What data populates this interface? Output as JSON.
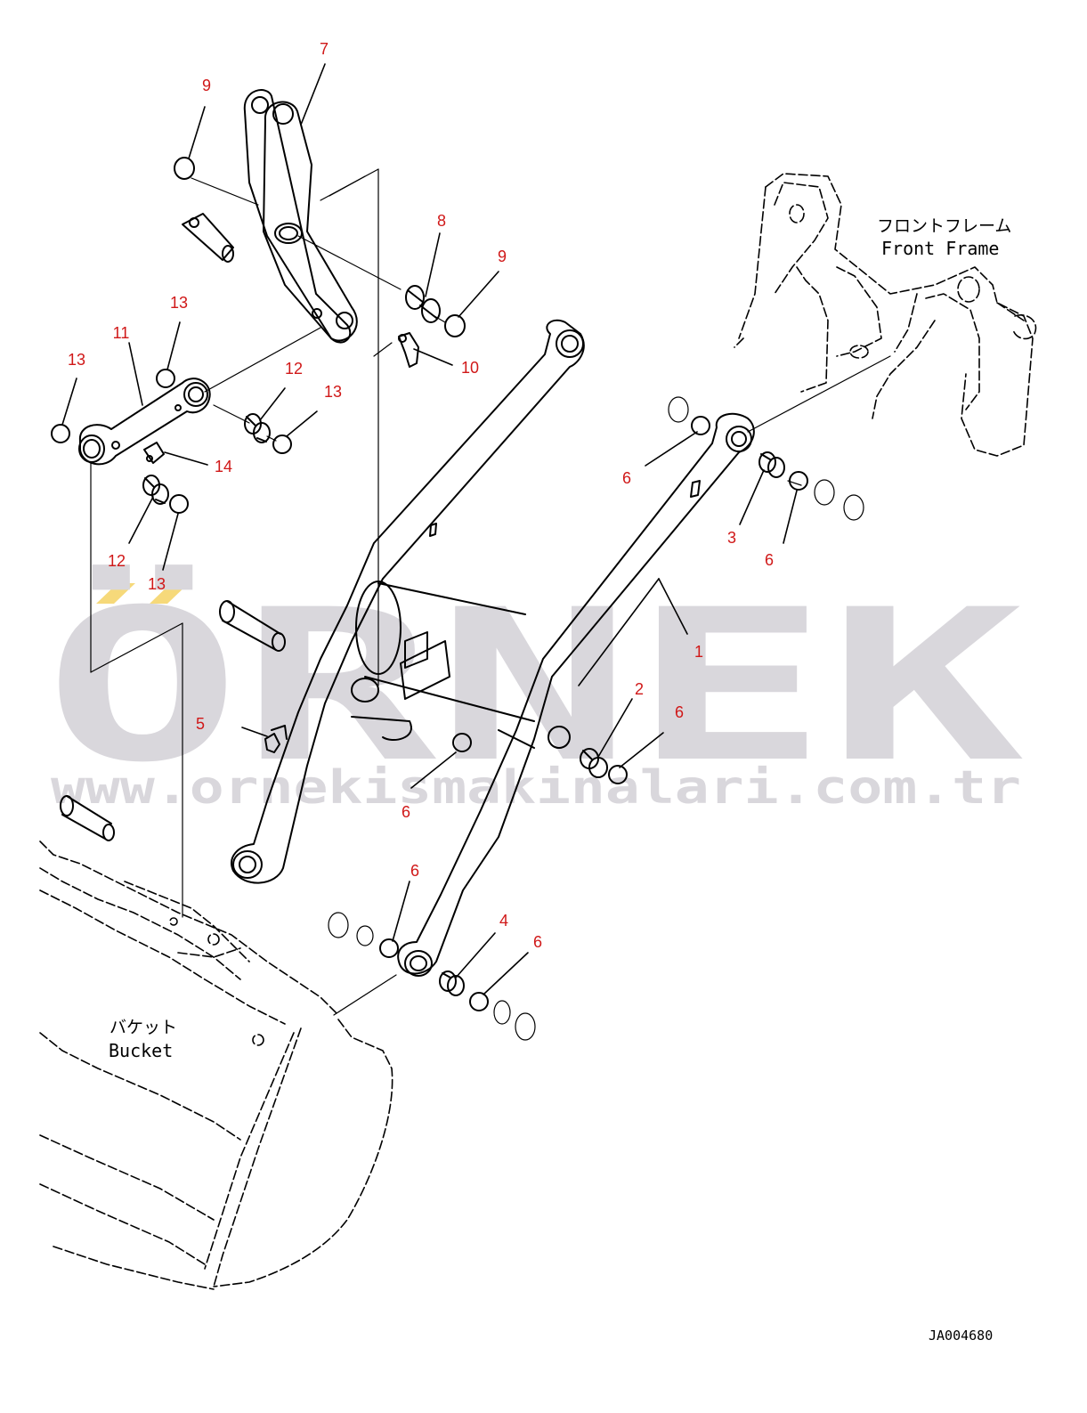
{
  "labels": {
    "front_frame_jp": "フロントフレーム",
    "front_frame_en": "Front Frame",
    "bucket_jp": "バケット",
    "bucket_en": "Bucket",
    "drawing_code": "JA004680"
  },
  "watermark": {
    "brand": "ÖRNEK",
    "url": "www.ornekismakinalari.com.tr"
  },
  "callouts": [
    {
      "id": "c7",
      "text": "7"
    },
    {
      "id": "c9a",
      "text": "9"
    },
    {
      "id": "c8",
      "text": "8"
    },
    {
      "id": "c9b",
      "text": "9"
    },
    {
      "id": "c10",
      "text": "10"
    },
    {
      "id": "c13a",
      "text": "13"
    },
    {
      "id": "c11",
      "text": "11"
    },
    {
      "id": "c13b",
      "text": "13"
    },
    {
      "id": "c12a",
      "text": "12"
    },
    {
      "id": "c13c",
      "text": "13"
    },
    {
      "id": "c14",
      "text": "14"
    },
    {
      "id": "c12b",
      "text": "12"
    },
    {
      "id": "c13d",
      "text": "13"
    },
    {
      "id": "c6a",
      "text": "6"
    },
    {
      "id": "c3",
      "text": "3"
    },
    {
      "id": "c6b",
      "text": "6"
    },
    {
      "id": "c1",
      "text": "1"
    },
    {
      "id": "c2",
      "text": "2"
    },
    {
      "id": "c6c",
      "text": "6"
    },
    {
      "id": "c5",
      "text": "5"
    },
    {
      "id": "c6d",
      "text": "6"
    },
    {
      "id": "c6e",
      "text": "6"
    },
    {
      "id": "c4",
      "text": "4"
    },
    {
      "id": "c6f",
      "text": "6"
    }
  ],
  "colors": {
    "callout": "#d01818",
    "line": "#000000",
    "watermark": "#d9d7dc",
    "watermark_accent": "#f6d97a"
  }
}
